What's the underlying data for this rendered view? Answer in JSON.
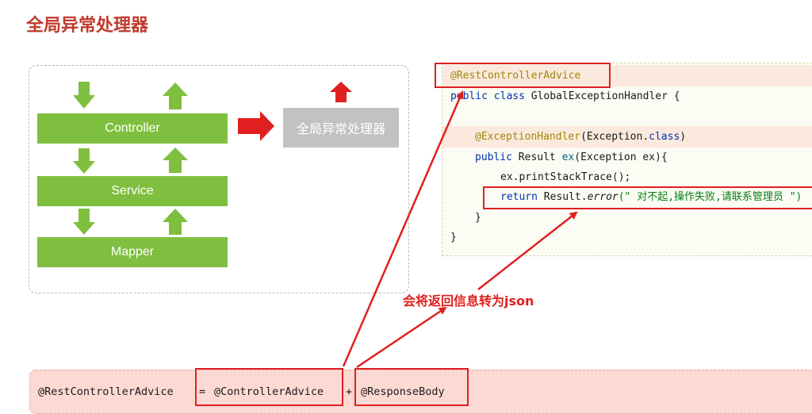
{
  "title": "全局异常处理器",
  "layers": [
    "Controller",
    "Service",
    "Mapper"
  ],
  "handler_label": "全局异常处理器",
  "code": {
    "annotation_class": "@RestControllerAdvice",
    "class_kw": "public class",
    "class_name": " GlobalExceptionHandler {",
    "handler_annotation": "@ExceptionHandler",
    "handler_arg_open": "(Exception.",
    "handler_arg_kw": "class",
    "handler_arg_close": ")",
    "method_kw": "public",
    "method_rest_a": " Result ",
    "method_name": "ex",
    "method_rest_b": "(Exception ex){",
    "print_line": "ex.printStackTrace();",
    "return_kw": "return",
    "return_obj": " Result.",
    "return_fn": "error",
    "return_str": "(\" 对不起,操作失败,请联系管理员 \")",
    "close_method": "}",
    "close_class": "}"
  },
  "note": "会将返回信息转为json",
  "formula": {
    "left": "@RestControllerAdvice",
    "eq": "=",
    "mid": "@ControllerAdvice",
    "plus": "+",
    "right": "@ResponseBody"
  },
  "colors": {
    "accent_red": "#e02020",
    "layer_green": "#7fbf3f",
    "title_red": "#c0392b"
  }
}
